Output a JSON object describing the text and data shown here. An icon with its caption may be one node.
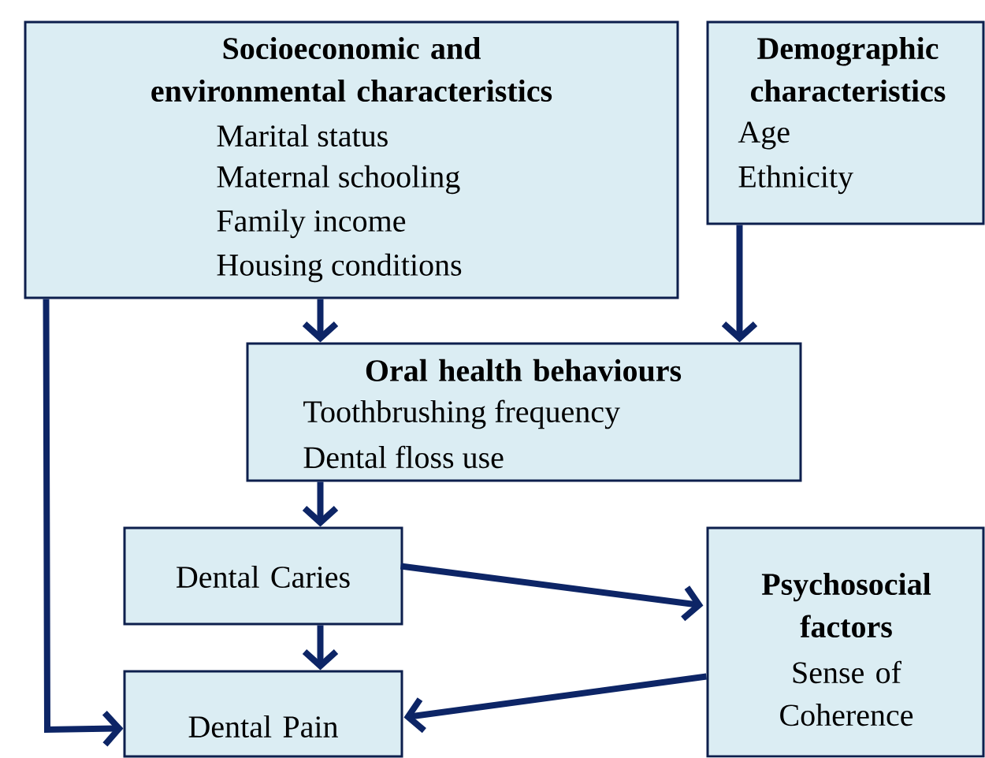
{
  "diagram": {
    "nodes": [
      {
        "text": [
          "Socioeconomic and environmental characteristics",
          "Marital status",
          "Maternal schooling",
          "Family income",
          "Housing conditions"
        ]
      },
      {
        "text": [
          "Demographic characteristics",
          "Age",
          "Ethnicity"
        ]
      },
      {
        "text": [
          "Oral health behaviours",
          "Toothbrushing frequency",
          "Dental floss use"
        ]
      },
      {
        "text": [
          "Dental Caries"
        ]
      },
      {
        "text": [
          "Psychosocial factors",
          "Sense of Coherence"
        ]
      },
      {
        "text": [
          "Dental Pain"
        ]
      }
    ],
    "edges": [
      {
        "from": 0,
        "to": 2,
        "arrow": "to"
      },
      {
        "from": 1,
        "to": 2,
        "arrow": "to"
      },
      {
        "from": 2,
        "to": 3,
        "arrow": "to"
      },
      {
        "from": 3,
        "to": 4,
        "arrow": "to"
      },
      {
        "from": 3,
        "to": 5,
        "arrow": "to"
      },
      {
        "from": 4,
        "to": 5,
        "arrow": "to"
      },
      {
        "from": 0,
        "to": 5,
        "arrow": "to"
      }
    ]
  }
}
